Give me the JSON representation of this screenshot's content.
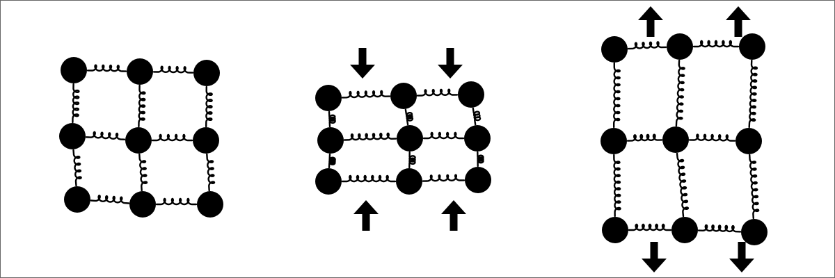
{
  "diagram": {
    "colors": {
      "mass": "#000000",
      "spring": "#000000",
      "arrow": "#000000",
      "background": "#ffffff",
      "border": "#666666"
    },
    "panels": [
      {
        "state": "equilibrium",
        "arrows": "none"
      },
      {
        "state": "compressed",
        "arrows": "inward"
      },
      {
        "state": "stretched",
        "arrows": "outward"
      }
    ]
  }
}
